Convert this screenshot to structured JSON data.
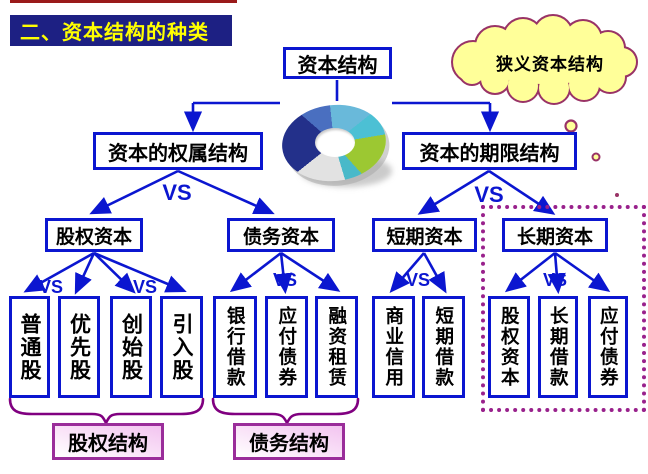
{
  "title": "二、资本结构的种类",
  "root": {
    "label": "资本结构"
  },
  "cloud": {
    "label": "狭义资本结构"
  },
  "vs": "VS",
  "level1": [
    {
      "label": "资本的权属结构"
    },
    {
      "label": "资本的期限结构"
    }
  ],
  "level2": [
    {
      "label": "股权资本"
    },
    {
      "label": "债务资本"
    },
    {
      "label": "短期资本"
    },
    {
      "label": "长期资本"
    }
  ],
  "level3": {
    "equity": [
      "普通股",
      "优先股",
      "创始股",
      "引入股"
    ],
    "debt": [
      "银行借款",
      "应付债券",
      "融资租赁"
    ],
    "short_term": [
      "商业信用",
      "短期借款"
    ],
    "long_term": [
      "股权资本",
      "长期借款",
      "应付债券"
    ]
  },
  "footers": [
    {
      "label": "股权结构"
    },
    {
      "label": "债务结构"
    }
  ],
  "icons": {
    "donut_chart": "donut-chart-clipart",
    "cloud_callout": "cloud-callout"
  },
  "colors": {
    "line_blue": "#0b16d0",
    "title_bg": "#1d2083",
    "title_text": "#ffff00",
    "top_rule_red": "#9a1a1a",
    "cloud_fill": "#ffff99",
    "cloud_stroke": "#993366",
    "dotted_magenta": "#99218c",
    "brace_purple": "#800080",
    "footer_border": "#9a2d9a",
    "footer_fill": "#f3c4f0"
  }
}
